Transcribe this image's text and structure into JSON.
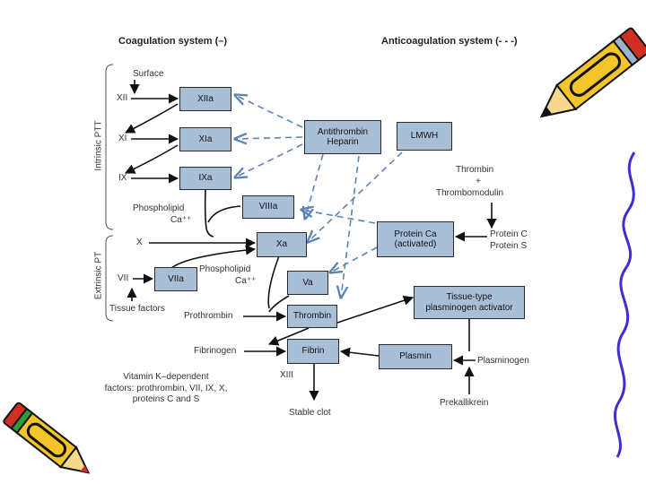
{
  "headers": {
    "coag": "Coagulation system (–)",
    "anticoag": "Anticoagulation system (- - -)"
  },
  "side_labels": {
    "intrinsic": "Intrinsic PTT",
    "extrinsic": "Extrinsic PT"
  },
  "boxes": {
    "xiia": "XIIa",
    "xia": "XIa",
    "ixa": "IXa",
    "viiia": "VIIIa",
    "xa": "Xa",
    "va": "Va",
    "viia": "VIIa",
    "thrombin": "Thrombin",
    "fibrin": "Fibrin",
    "antithrombin_1": "Antithrombin",
    "antithrombin_2": "Heparin",
    "lmwh": "LMWH",
    "protein_ca_1": "Protein Ca",
    "protein_ca_2": "(activated)",
    "tpa_1": "Tissue-type",
    "tpa_2": "plasminogen activator",
    "plasmin": "Plasmin"
  },
  "labels": {
    "surface": "Surface",
    "xii": "XII",
    "xi": "XI",
    "ix": "IX",
    "x": "X",
    "vii": "VII",
    "phospholipid_1": "Phospholipid",
    "ca_1": "Ca⁺⁺",
    "phospholipid_2": "Phospholipid",
    "ca_2": "Ca⁺⁺",
    "tissue_factors": "Tissue factors",
    "prothrombin": "Prothrombin",
    "fibrinogen": "Fibrinogen",
    "xiii": "XIII",
    "stable_clot": "Stable clot",
    "thrombin_tm_1": "Thrombin",
    "thrombin_tm_2": "+",
    "thrombin_tm_3": "Thrombomodulin",
    "protein_c": "Protein C",
    "protein_s": "Protein S",
    "plasminogen": "Plasminogen",
    "prekallikrein": "Prekallikrein"
  },
  "footnote": {
    "line1": "Vitamin K–dependent",
    "line2": "factors: prothrombin, VII, IX, X,",
    "line3": "proteins C and S"
  },
  "colors": {
    "box_fill": "#a9bfd8",
    "anticoag_arrow": "#5b84b5",
    "coag_arrow": "#111111",
    "pencil_body": "#f4c52b",
    "pencil_accent": "#d12f22",
    "squiggle": "#3c2fd6"
  },
  "icons": {
    "top_right": "pencil-icon",
    "bottom_left": "pencil-icon",
    "right_edge": "squiggle-line-icon"
  }
}
